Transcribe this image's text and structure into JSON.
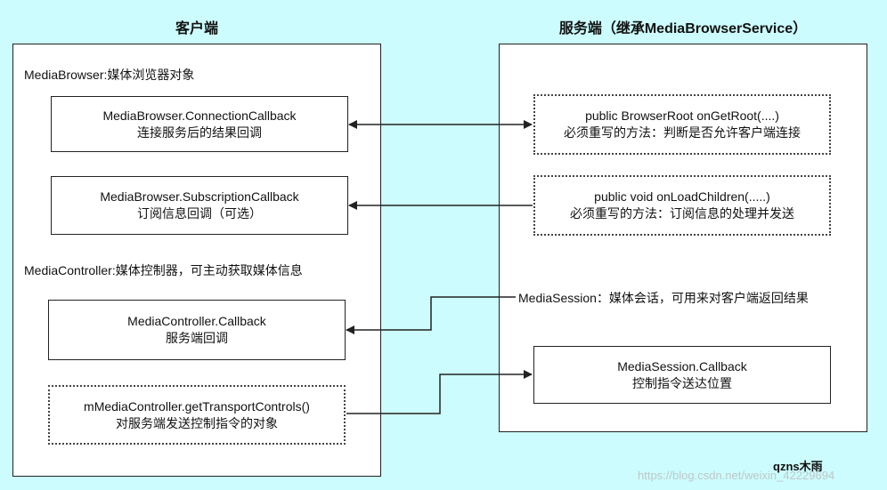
{
  "client": {
    "title": "客户端",
    "browser_note": "MediaBrowser:媒体浏览器对象",
    "controller_note": "MediaController:媒体控制器，可主动获取媒体信息",
    "boxes": [
      {
        "line1": "MediaBrowser.ConnectionCallback",
        "line2": "连接服务后的结果回调"
      },
      {
        "line1": "MediaBrowser.SubscriptionCallback",
        "line2": "订阅信息回调（可选）"
      },
      {
        "line1": "MediaController.Callback",
        "line2": "服务端回调"
      },
      {
        "line1": "mMediaController.getTransportControls()",
        "line2": "对服务端发送控制指令的对象"
      }
    ]
  },
  "server": {
    "title": "服务端（继承MediaBrowserService）",
    "session_note": "MediaSession：媒体会话，可用来对客户端返回结果",
    "boxes": [
      {
        "line1": "public BrowserRoot onGetRoot(....)",
        "line2": "必须重写的方法：判断是否允许客户端连接"
      },
      {
        "line1": "public void onLoadChildren(.....)",
        "line2": "必须重写的方法：订阅信息的处理并发送"
      },
      {
        "line1": "MediaSession.Callback",
        "line2": "控制指令送达位置"
      }
    ]
  },
  "credit": "qzns木雨",
  "watermark": "https://blog.csdn.net/weixin_42229694",
  "colors": {
    "background": "#ccfcfd",
    "panel": "#ffffff",
    "line": "#222222"
  }
}
